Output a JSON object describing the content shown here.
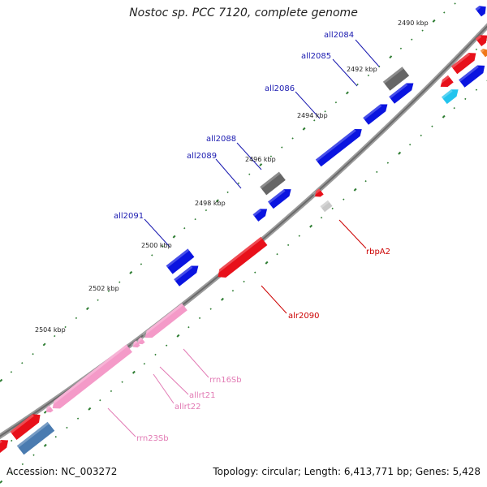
{
  "title": "Nostoc sp. PCC 7120, complete genome",
  "footer": {
    "accession": "Accession: NC_003272",
    "summary": "Topology: circular; Length: 6,413,771 bp; Genes: 5,428"
  },
  "ticks": [
    "2490 kbp",
    "2492 kbp",
    "2494 kbp",
    "2496 kbp",
    "2498 kbp",
    "2500 kbp",
    "2502 kbp",
    "2504 kbp"
  ],
  "gene_labels": {
    "all2084": "all2084",
    "all2085": "all2085",
    "all2086": "all2086",
    "all2088": "all2088",
    "all2089": "all2089",
    "all2091": "all2091",
    "rbpA2": "rbpA2",
    "alr2090": "alr2090",
    "rrn16Sb": "rrn16Sb",
    "allrt21": "allrt21",
    "allrt22": "allrt22",
    "rrn23Sb": "rrn23Sb"
  },
  "colors": {
    "blue_gene": "#0a14e0",
    "gray_gene": "#666666",
    "red_gene": "#e8101a",
    "pink_rrna": "#f49ac8",
    "light_gray": "#c8c8c8",
    "steel_blue": "#4a7bb0",
    "cyan": "#22c4ee",
    "orange": "#f07818",
    "backbone": "#8a8a8a",
    "tick_green": "#2e7d32",
    "label_blue": "#1a1ab0",
    "label_red": "#cc0000",
    "label_pink": "#e27ab4"
  }
}
